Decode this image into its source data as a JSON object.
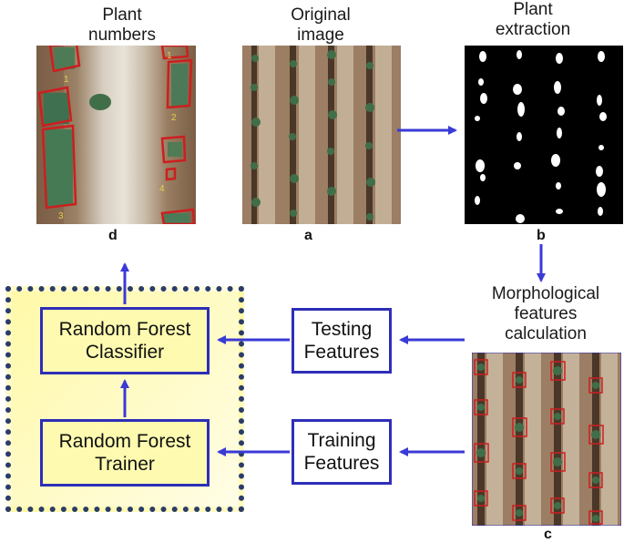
{
  "captions": {
    "plant_numbers": [
      "Plant",
      "numbers"
    ],
    "original_image": [
      "Original",
      "image"
    ],
    "plant_extraction": [
      "Plant",
      "extraction"
    ],
    "morphological": [
      "Morphological",
      "features",
      "calculation"
    ]
  },
  "panels": {
    "a": "a",
    "b": "b",
    "c": "c",
    "d": "d"
  },
  "boxes": {
    "rf_classifier": [
      "Random Forest",
      "Classifier"
    ],
    "rf_trainer": [
      "Random Forest",
      "Trainer"
    ],
    "testing_features": [
      "Testing",
      "Features"
    ],
    "training_features": [
      "Training",
      "Features"
    ]
  },
  "plant_number_labels": [
    "1",
    "1",
    "2",
    "3",
    "4"
  ],
  "colors": {
    "arrow": "#3a3ad6",
    "box_border": "#2e2eb8",
    "panel_fill": "#fffbb8",
    "panel_border": "#2a3c6b",
    "plant_box": "#cc1f1f",
    "soil": "#8b6f55",
    "plant": "#3f6e48"
  }
}
